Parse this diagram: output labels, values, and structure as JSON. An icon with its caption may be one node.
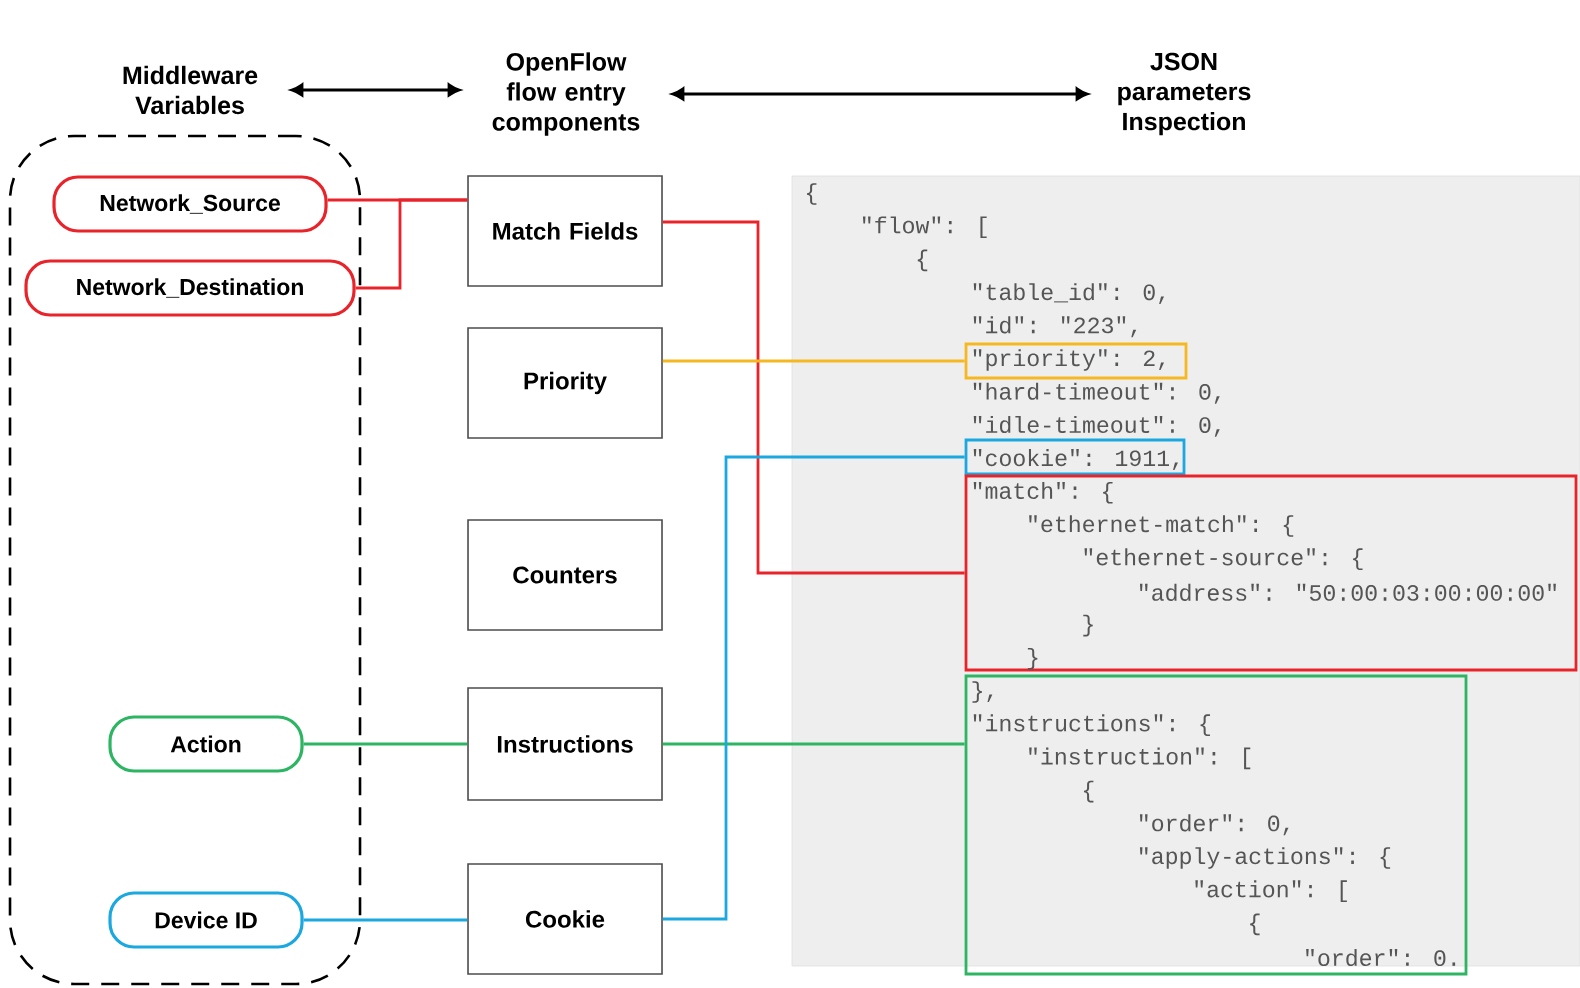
{
  "diagram": {
    "nodes": [
      {
        "text": [
          "Middleware Variables"
        ]
      },
      {
        "text": [
          "OpenFlow flow entry components"
        ]
      },
      {
        "text": [
          "JSON parameters Inspection"
        ]
      },
      {
        "text": [],
        "shape": "box"
      },
      {
        "text": [
          "Network_Source"
        ],
        "in": 3
      },
      {
        "text": [
          "Network_Destination"
        ],
        "in": 3
      },
      {
        "text": [
          "Action"
        ],
        "in": 3
      },
      {
        "text": [
          "Device ID"
        ],
        "in": 3
      },
      {
        "text": [
          "Match Fields"
        ]
      },
      {
        "text": [
          "Priority"
        ]
      },
      {
        "text": [
          "Counters"
        ]
      },
      {
        "text": [
          "Instructions"
        ]
      },
      {
        "text": [
          "Cookie"
        ]
      },
      {
        "text": [
          "{",
          "\"flow\": [",
          "{",
          "\"table_id\": 0,",
          "\"id\": \"223\",",
          "\"hard-timeout\": 0,",
          "\"idle-timeout\": 0,"
        ]
      },
      {
        "text": [
          "\"priority\": 2,"
        ],
        "in": 13
      },
      {
        "text": [
          "\"cookie\": 1911,"
        ],
        "in": 13
      },
      {
        "text": [
          "\"match\": {",
          "\"ethernet-match\": {",
          "\"ethernet-source\": {",
          "\"address\": \"50:00:03:00:00:00\"",
          "}",
          "}"
        ],
        "in": 13
      },
      {
        "text": [
          "},",
          "\"instructions\": {",
          "\"instruction\": [",
          "{",
          "\"order\": 0,",
          "\"apply-actions\": {",
          "\"action\": [",
          "{",
          "\"order\": 0."
        ],
        "in": 13
      }
    ],
    "edges": [
      {
        "from": 0,
        "to": 1,
        "arrow": "both",
        "color": "#000000"
      },
      {
        "from": 1,
        "to": 2,
        "arrow": "both",
        "color": "#000000"
      },
      {
        "from": 4,
        "to": 8,
        "arrow": "none",
        "color": "#e8242a"
      },
      {
        "from": 5,
        "to": 8,
        "arrow": "none",
        "color": "#e8242a"
      },
      {
        "from": 8,
        "to": 16,
        "arrow": "none",
        "color": "#e8242a"
      },
      {
        "from": 9,
        "to": 14,
        "arrow": "none",
        "color": "#f5b820"
      },
      {
        "from": 6,
        "to": 11,
        "arrow": "none",
        "color": "#2db563"
      },
      {
        "from": 11,
        "to": 17,
        "arrow": "none",
        "color": "#2db563"
      },
      {
        "from": 7,
        "to": 12,
        "arrow": "none",
        "color": "#1ba8e0"
      },
      {
        "from": 12,
        "to": 15,
        "arrow": "none",
        "color": "#1ba8e0"
      }
    ]
  }
}
